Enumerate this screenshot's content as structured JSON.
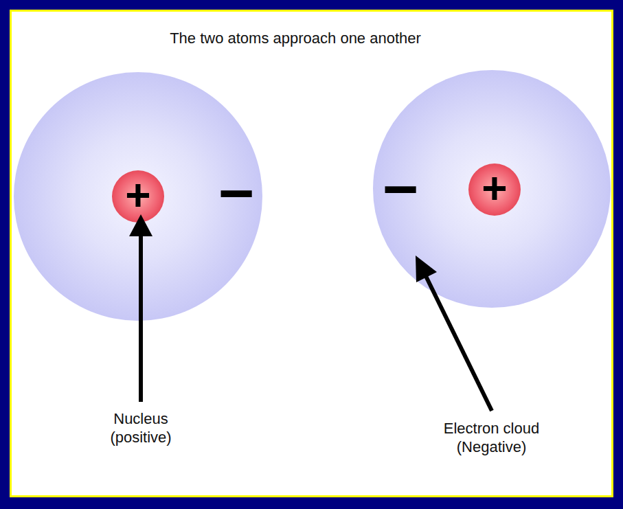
{
  "diagram": {
    "title": "The two atoms approach one another",
    "nodes": [
      {
        "text": [
          "−"
        ]
      },
      {
        "text": [
          "+"
        ],
        "in": 0
      },
      {
        "text": [
          "−"
        ]
      },
      {
        "text": [
          "+"
        ],
        "in": 2
      }
    ],
    "labels": [
      "Nucleus (positive)",
      "Electron cloud (Negative)"
    ]
  }
}
